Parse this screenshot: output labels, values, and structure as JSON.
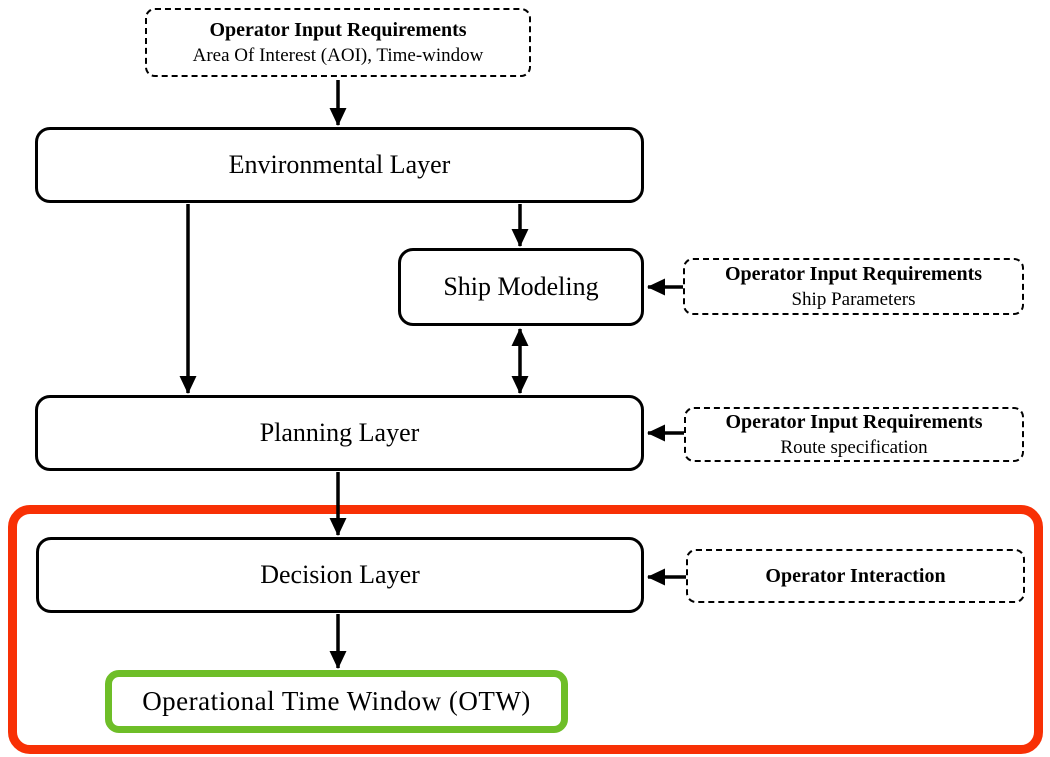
{
  "figure": {
    "type": "flowchart",
    "description_visible_text_only": true
  },
  "colors": {
    "highlight_red": "#f83005",
    "highlight_green": "#6ebe28",
    "line_black": "#000000"
  },
  "nodes": {
    "top_input": {
      "title": "Operator Input Requirements",
      "subtitle": "Area Of Interest (AOI), Time-window"
    },
    "environmental": {
      "label": "Environmental Layer"
    },
    "ship_modeling": {
      "label": "Ship Modeling"
    },
    "ship_input": {
      "title": "Operator Input Requirements",
      "subtitle": "Ship Parameters"
    },
    "planning": {
      "label": "Planning Layer"
    },
    "route_input": {
      "title": "Operator Input Requirements",
      "subtitle": "Route specification"
    },
    "decision": {
      "label": "Decision Layer"
    },
    "operator_interaction": {
      "label": "Operator Interaction"
    },
    "otw": {
      "label": "Operational Time Window (OTW)"
    }
  }
}
